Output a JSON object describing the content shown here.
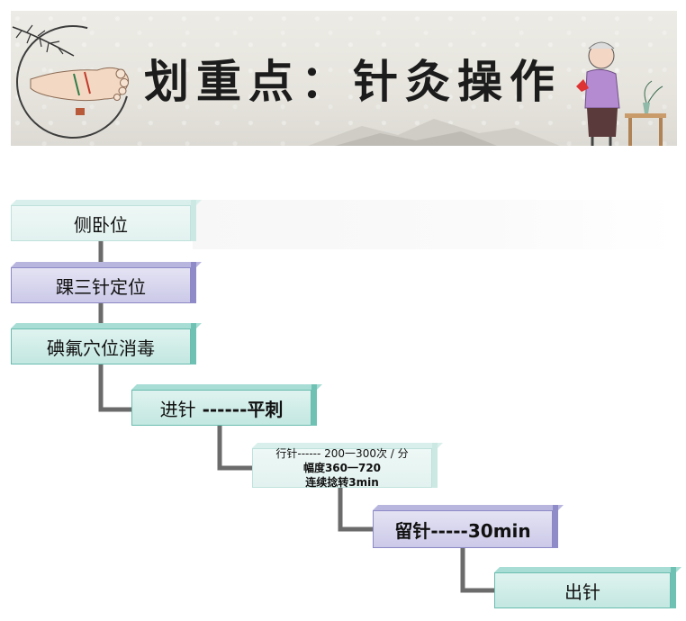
{
  "banner": {
    "title": "划重点：针灸操作"
  },
  "flow": {
    "steps": [
      {
        "label": "侧卧位"
      },
      {
        "label": "踝三针定位"
      },
      {
        "label": "碘氟穴位消毒"
      },
      {
        "label_a": "进针",
        "label_b": " ------平刺"
      },
      {
        "lines": [
          "行针------ 200一300次 / 分",
          "幅度360一720",
          "连续捻转3min"
        ]
      },
      {
        "label": "留针-----30min"
      },
      {
        "label": "出针"
      }
    ]
  },
  "colors": {
    "teal": "#c3e7e1",
    "purple": "#cbc9e8",
    "connector": "#6b6b6b"
  }
}
